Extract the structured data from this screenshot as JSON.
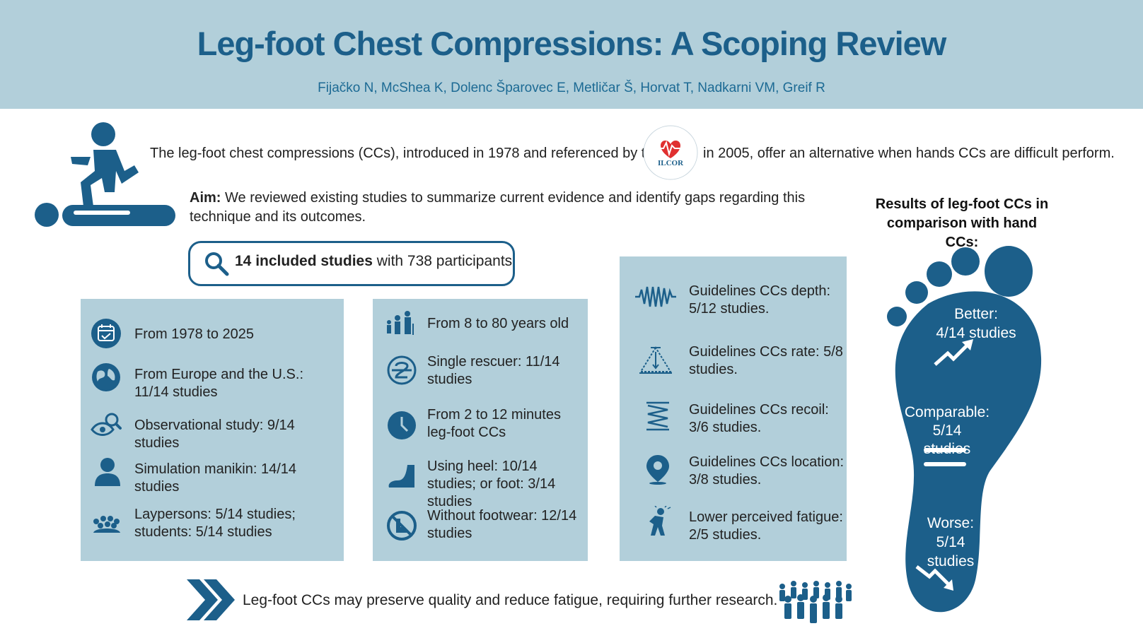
{
  "header": {
    "title": "Leg-foot Chest Compressions: A Scoping Review",
    "authors": "Fijačko N, McShea K, Dolenc Šparovec E, Metličar Š, Horvat T, Nadkarni VM, Greif R"
  },
  "intro": {
    "text_before_logo": "The leg-foot chest compressions (CCs), introduced in 1978 and referenced by the",
    "text_after_logo": "in 2005, offer an alternative when hands CCs are difficult perform.",
    "logo_text": "ILCOR"
  },
  "aim": {
    "label": "Aim:",
    "text": "We reviewed existing studies to summarize current evidence and identify gaps regarding this technique and its outcomes."
  },
  "studies": {
    "bold": "14 included studies",
    "rest": "with 738 participants"
  },
  "panel1": [
    {
      "icon": "calendar-icon",
      "text": "From 1978 to 2025"
    },
    {
      "icon": "globe-icon",
      "text": "From Europe and the U.S.: 11/14 studies"
    },
    {
      "icon": "observation-icon",
      "text": "Observational study: 9/14 studies"
    },
    {
      "icon": "person-icon",
      "text": "Simulation manikin: 14/14 studies"
    },
    {
      "icon": "group-icon",
      "text": "Laypersons: 5/14 studies; students:  5/14 studies"
    }
  ],
  "panel2": [
    {
      "icon": "family-icon",
      "text": "From 8 to 80 years old"
    },
    {
      "icon": "single-rescuer-icon",
      "text": "Single rescuer: 11/14 studies"
    },
    {
      "icon": "clock-icon",
      "text": "From 2 to 12 minutes leg-foot CCs"
    },
    {
      "icon": "heel-icon",
      "text": "Using heel: 10/14 studies; or foot: 3/14 studies"
    },
    {
      "icon": "no-footwear-icon",
      "text": "Without footwear: 12/14 studies"
    }
  ],
  "panel3": [
    {
      "icon": "wave-icon",
      "text": "Guidelines CCs depth: 5/12 studies."
    },
    {
      "icon": "rate-icon",
      "text": "Guidelines CCs rate: 5/8 studies."
    },
    {
      "icon": "spring-icon",
      "text": "Guidelines CCs recoil: 3/6 studies."
    },
    {
      "icon": "location-pin-icon",
      "text": "Guidelines CCs location: 3/8 studies."
    },
    {
      "icon": "fatigue-icon",
      "text": "Lower perceived fatigue: 2/5 studies."
    }
  ],
  "results": {
    "title": "Results of leg-foot CCs in comparison with hand CCs:",
    "better_label": "Better:",
    "better_value": "4/14 studies",
    "comparable_label": "Comparable:",
    "comparable_value": "5/14",
    "comparable_unit": "studies",
    "worse_label": "Worse:",
    "worse_value": "5/14",
    "worse_unit": "studies"
  },
  "conclusion": {
    "text": "Leg-foot CCs may preserve quality and reduce fatigue, requiring further research."
  },
  "colors": {
    "primary": "#1c5f8a",
    "panel": "#b2cfda",
    "logo_red": "#e03030"
  }
}
